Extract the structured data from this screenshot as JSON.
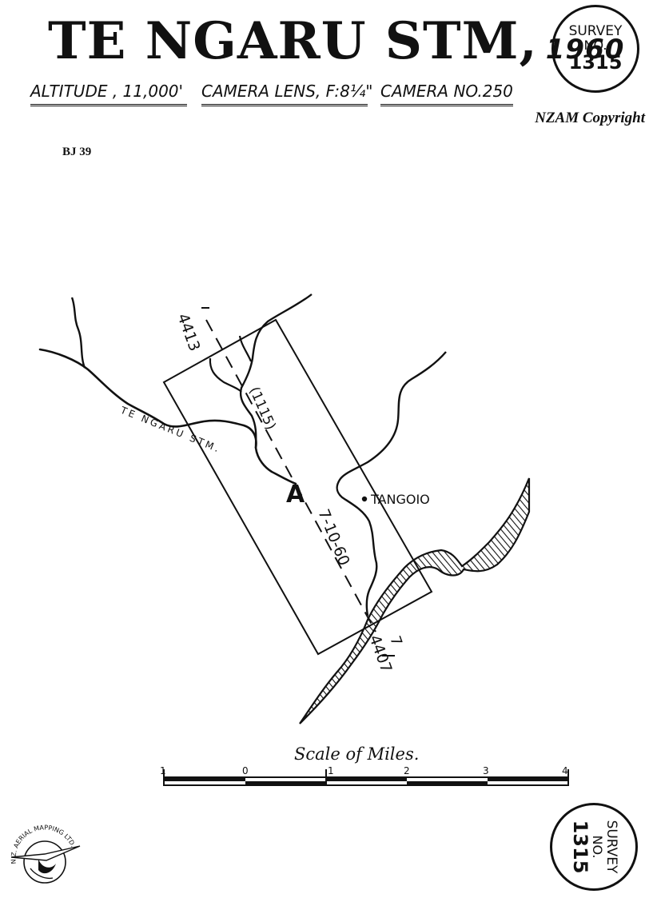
{
  "header": {
    "title": "TE NGARU STM",
    "year": "1960",
    "altitude": "ALTITUDE , 11,000'",
    "lens": "CAMERA LENS, F:8¼\"",
    "camera": "CAMERA NO.250",
    "copyright": "NZAM Copyright",
    "reference": "BJ 39"
  },
  "stamp": {
    "line1": "SURVEY",
    "line2": "NO.",
    "number": "1315"
  },
  "map": {
    "stream_label": "TE NGARU STM.",
    "place_label": "TANGOIO",
    "run_number_top": "4413",
    "run_number_bottom": "4407",
    "bottom_tick": "7",
    "flight_ref": "(1115)",
    "run_letter": "A",
    "date": "7-10-60"
  },
  "scale": {
    "title": "Scale of Miles.",
    "ticks": [
      "1",
      "0",
      "1",
      "2",
      "3",
      "4"
    ]
  },
  "logo": {
    "text": "N.Z. AERIAL MAPPING LTD."
  },
  "colors": {
    "ink": "#111111",
    "paper": "#ffffff"
  }
}
